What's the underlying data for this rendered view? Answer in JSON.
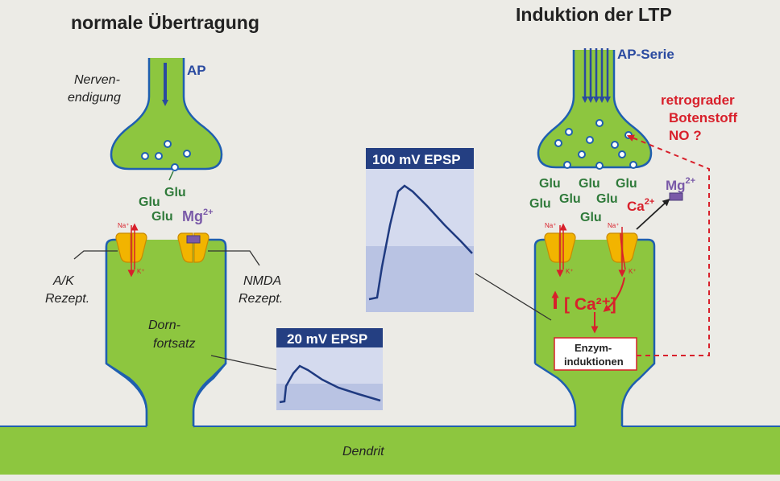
{
  "left_title": "normale Übertragung",
  "right_title": "Induktion der LTP",
  "labels": {
    "ap": "AP",
    "ap_series": "AP-Serie",
    "nerve_line1": "Nerven-",
    "nerve_line2": "endigung",
    "glu": "Glu",
    "mg": "Mg",
    "mg_sup": "2+",
    "ca": "Ca",
    "ca_sup": "2+",
    "na": "Na⁺",
    "k": "K⁺",
    "ak_line1": "A/K",
    "ak_line2": "Rezept.",
    "nmda_line1": "NMDA",
    "nmda_line2": "Rezept.",
    "dorn_line1": "Dorn-",
    "dorn_line2": "fortsatz",
    "dendrit": "Dendrit",
    "retro_line1": "retrograder",
    "retro_line2": "Botenstoff",
    "retro_line3": "NO ?",
    "ca_increase": "[ Ca²⁺]",
    "enzyme_line1": "Enzym-",
    "enzyme_line2": "induktionen"
  },
  "epsp_small": {
    "title": "20 mV EPSP",
    "amplitude_mv": 20
  },
  "epsp_large": {
    "title": "100 mV EPSP",
    "amplitude_mv": 100
  },
  "colors": {
    "green": "#8dc63f",
    "green_dark": "#7ab833",
    "outline": "#1f5fb0",
    "arrow_blue": "#2a4aa0",
    "text_green": "#2f7a3a",
    "red": "#d8202b",
    "purple": "#7a5aa8",
    "receptor": "#f2b400",
    "header_blue": "#243f82",
    "panel_blue": "#b9c3e3"
  }
}
